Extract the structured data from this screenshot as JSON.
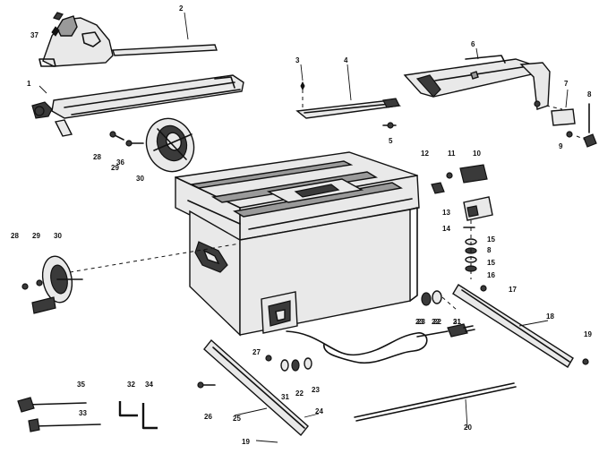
{
  "callouts": [
    {
      "id": "c1",
      "text": "1"
    },
    {
      "id": "c2",
      "text": "2"
    },
    {
      "id": "c3",
      "text": "3"
    },
    {
      "id": "c4",
      "text": "4"
    },
    {
      "id": "c5",
      "text": "5"
    },
    {
      "id": "c6",
      "text": "6"
    },
    {
      "id": "c7",
      "text": "7"
    },
    {
      "id": "c8a",
      "text": "8"
    },
    {
      "id": "c9a",
      "text": "9"
    },
    {
      "id": "c10",
      "text": "10"
    },
    {
      "id": "c11",
      "text": "11"
    },
    {
      "id": "c12",
      "text": "12"
    },
    {
      "id": "c13",
      "text": "13"
    },
    {
      "id": "c14",
      "text": "14"
    },
    {
      "id": "c15a",
      "text": "15"
    },
    {
      "id": "c8b",
      "text": "8"
    },
    {
      "id": "c15b",
      "text": "15"
    },
    {
      "id": "c16",
      "text": "16"
    },
    {
      "id": "c17",
      "text": "17"
    },
    {
      "id": "c18",
      "text": "18"
    },
    {
      "id": "c19a",
      "text": "19"
    },
    {
      "id": "c20",
      "text": "20"
    },
    {
      "id": "c21",
      "text": "21"
    },
    {
      "id": "c22a",
      "text": "22"
    },
    {
      "id": "c23a",
      "text": "23"
    },
    {
      "id": "c24",
      "text": "24"
    },
    {
      "id": "c25",
      "text": "25"
    },
    {
      "id": "c26",
      "text": "26"
    },
    {
      "id": "c27",
      "text": "27"
    },
    {
      "id": "c28a",
      "text": "28"
    },
    {
      "id": "c29a",
      "text": "29"
    },
    {
      "id": "c30a",
      "text": "30"
    },
    {
      "id": "c28b",
      "text": "28"
    },
    {
      "id": "c29b",
      "text": "29"
    },
    {
      "id": "c30b",
      "text": "30"
    },
    {
      "id": "c31a",
      "text": "31"
    },
    {
      "id": "c22b",
      "text": "22"
    },
    {
      "id": "c23b",
      "text": "23"
    },
    {
      "id": "c31b",
      "text": "31"
    },
    {
      "id": "c22c",
      "text": "22"
    },
    {
      "id": "c23c",
      "text": "23"
    },
    {
      "id": "c32",
      "text": "32"
    },
    {
      "id": "c33",
      "text": "33"
    },
    {
      "id": "c34",
      "text": "34"
    },
    {
      "id": "c35",
      "text": "35"
    },
    {
      "id": "c36",
      "text": "36"
    },
    {
      "id": "c37",
      "text": "37"
    },
    {
      "id": "c19b",
      "text": "19"
    }
  ]
}
